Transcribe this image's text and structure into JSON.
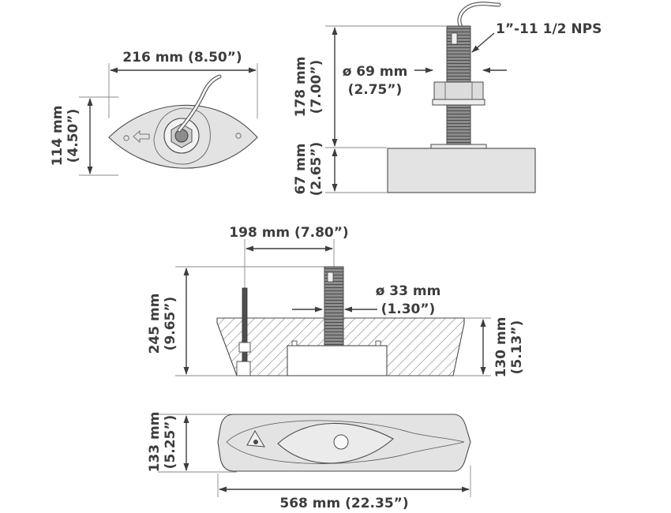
{
  "colors": {
    "ink": "#3d3d3d",
    "body_fill": "#e3e3e3",
    "light_fill": "#f2f2f2",
    "stem_fill": "#9a9a9a"
  },
  "dimensions": {
    "top_width": "216 mm (8.50”)",
    "top_height_mm": "114 mm",
    "top_height_in": "(4.50”)",
    "thread": "1”-11 1/2 NPS",
    "stem_dia_mm": "ø 69 mm",
    "stem_dia_in": "(2.75”)",
    "stem_height_mm": "178 mm",
    "stem_height_in": "(7.00”)",
    "base_height_mm": "67 mm",
    "base_height_in": "(2.65”)",
    "spacing": "198 mm (7.80”)",
    "block_height_mm": "245 mm",
    "block_height_in": "(9.65”)",
    "small_dia_mm": "ø 33 mm",
    "small_dia_in": "(1.30”)",
    "tank_height_mm": "130 mm",
    "tank_height_in": "(5.13”)",
    "bottom_height_mm": "133 mm",
    "bottom_height_in": "(5.25”)",
    "bottom_width": "568 mm (22.35”)"
  }
}
